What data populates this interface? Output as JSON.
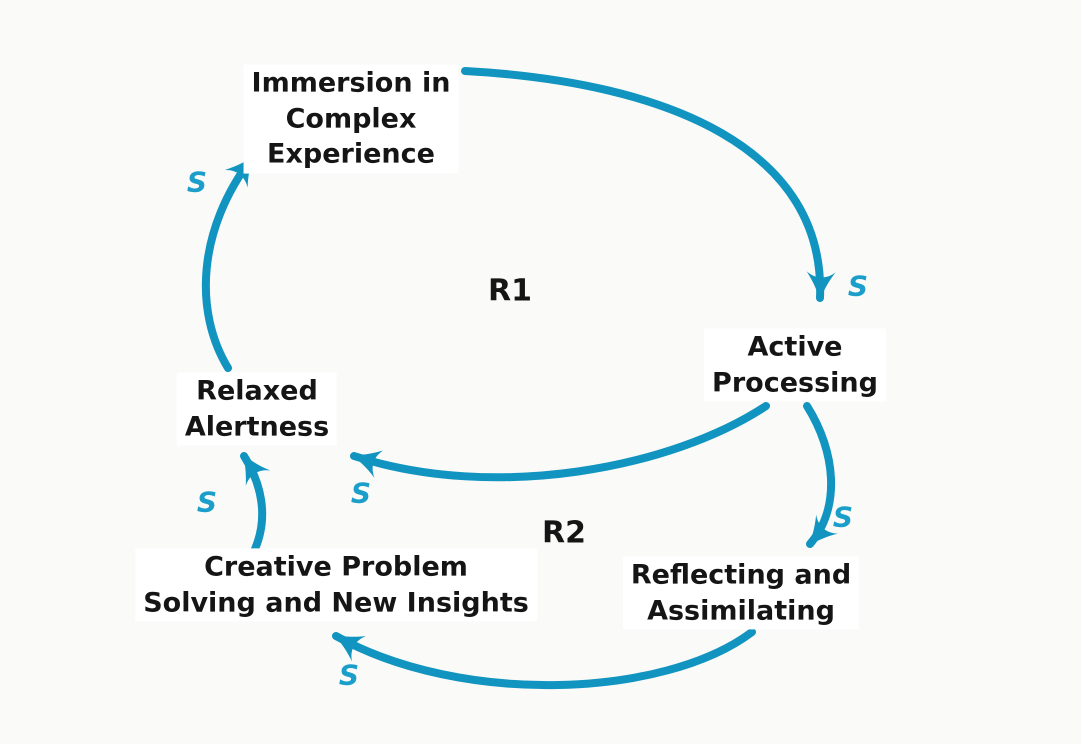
{
  "diagram": {
    "type": "causal-loop-diagram",
    "colors": {
      "arrow": "#1194BF",
      "polarity": "#1B9FCA",
      "text": "#151515",
      "background": "#fafaf9"
    },
    "nodes": {
      "immersion": {
        "label": "Immersion in\nComplex\nExperience"
      },
      "active": {
        "label": "Active\nProcessing"
      },
      "relaxed": {
        "label": "Relaxed\nAlertness"
      },
      "creative": {
        "label": "Creative Problem\nSolving and New Insights"
      },
      "reflecting": {
        "label": "Reflecting and\nAssimilating"
      }
    },
    "loops": {
      "r1": {
        "label": "R1"
      },
      "r2": {
        "label": "R2"
      }
    },
    "links": [
      {
        "from": "Relaxed Alertness",
        "to": "Immersion in Complex Experience",
        "polarity": "S"
      },
      {
        "from": "Immersion in Complex Experience",
        "to": "Active Processing",
        "polarity": "S"
      },
      {
        "from": "Active Processing",
        "to": "Relaxed Alertness",
        "polarity": "S"
      },
      {
        "from": "Active Processing",
        "to": "Reflecting and Assimilating",
        "polarity": "S"
      },
      {
        "from": "Reflecting and Assimilating",
        "to": "Creative Problem Solving and New Insights",
        "polarity": "S"
      },
      {
        "from": "Creative Problem Solving and New Insights",
        "to": "Relaxed Alertness",
        "polarity": "S"
      }
    ]
  }
}
